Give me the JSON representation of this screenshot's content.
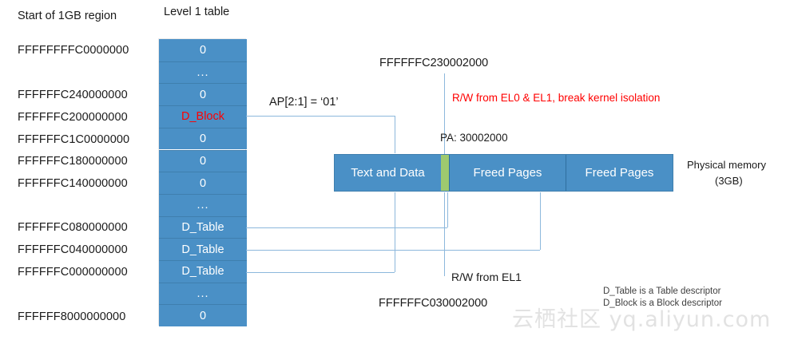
{
  "diagram": {
    "title_left": "Start of 1GB region",
    "title_table": "Level 1 table",
    "watermark": "云栖社区 yq.aliyun.com",
    "colors": {
      "block_blue": "#4a90c6",
      "green_highlight": "#9ec96f",
      "connector_blue": "#8cb8dc",
      "warning_red": "#ff0000"
    }
  },
  "addresses": [
    {
      "label": "FFFFFFFFC0000000",
      "row": 0
    },
    {
      "label": "FFFFFFC240000000",
      "row": 2
    },
    {
      "label": "FFFFFFC200000000",
      "row": 3
    },
    {
      "label": "FFFFFFC1C0000000",
      "row": 4
    },
    {
      "label": "FFFFFFC180000000",
      "row": 5
    },
    {
      "label": "FFFFFFC140000000",
      "row": 6
    },
    {
      "label": "FFFFFFC080000000",
      "row": 8
    },
    {
      "label": "FFFFFFC040000000",
      "row": 9
    },
    {
      "label": "FFFFFFC000000000",
      "row": 10
    },
    {
      "label": "FFFFFF8000000000",
      "row": 12
    }
  ],
  "l1_table": {
    "rows": [
      {
        "value": "0",
        "kind": "zero"
      },
      {
        "value": "...",
        "kind": "ellipsis"
      },
      {
        "value": "0",
        "kind": "zero"
      },
      {
        "value": "D_Block",
        "kind": "block"
      },
      {
        "value": "0",
        "kind": "zero"
      },
      {
        "value": "0",
        "kind": "zero"
      },
      {
        "value": "0",
        "kind": "zero"
      },
      {
        "value": "...",
        "kind": "ellipsis"
      },
      {
        "value": "D_Table",
        "kind": "table"
      },
      {
        "value": "D_Table",
        "kind": "table"
      },
      {
        "value": "D_Table",
        "kind": "table"
      },
      {
        "value": "...",
        "kind": "ellipsis"
      },
      {
        "value": "0",
        "kind": "zero"
      }
    ]
  },
  "annotations": {
    "ap_bits": "AP[2:1] = ‘01’",
    "va_top": "FFFFFFC230002000",
    "warning": "R/W from EL0 & EL1, break kernel isolation",
    "pa_label": "PA: 30002000",
    "rw_el1": "R/W from EL1",
    "va_bottom": "FFFFFFC030002000"
  },
  "physical_memory": {
    "caption_line1": "Physical memory",
    "caption_line2": "(3GB)",
    "segments": [
      {
        "label": "Text and Data"
      },
      {
        "label": "Freed Pages"
      },
      {
        "label": "Freed Pages"
      }
    ]
  },
  "legend": {
    "line1": "D_Table is a Table descriptor",
    "line2": "D_Block is a Block descriptor"
  }
}
